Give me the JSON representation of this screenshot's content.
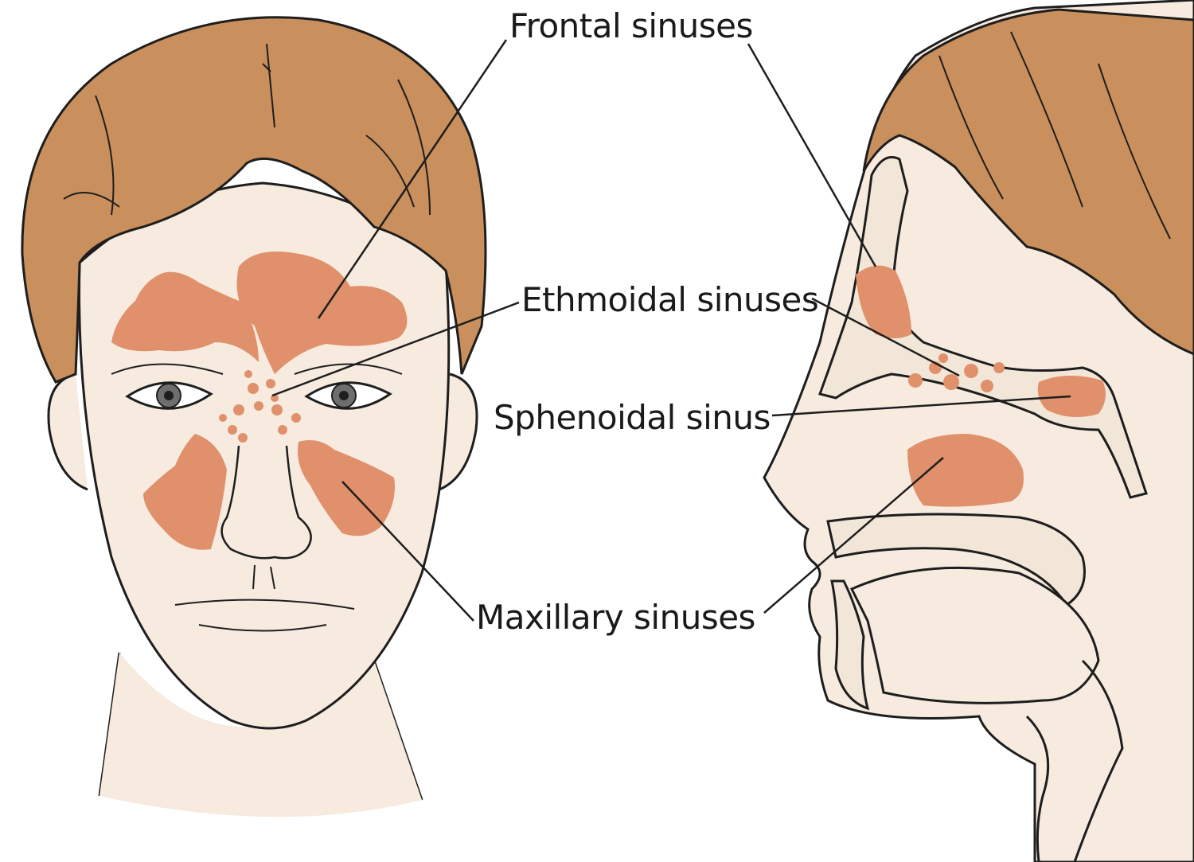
{
  "labels": {
    "frontal": "Frontal sinuses",
    "ethmoidal": "Ethmoidal sinuses",
    "sphenoidal": "Sphenoidal sinus",
    "maxillary": "Maxillary sinuses"
  },
  "colors": {
    "hair": "#c98f5c",
    "skin": "#f7ebe0",
    "sinus": "#e0906a",
    "bone": "#f1e6d8",
    "outline": "#1e1e1e"
  }
}
